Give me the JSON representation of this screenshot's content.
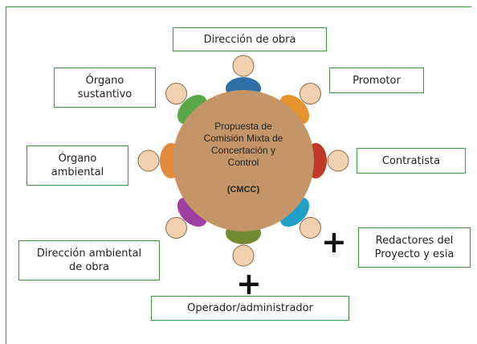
{
  "center": {
    "text": "Propuesta de\nComisión Mixta de\nConcertación y\nControl",
    "code": "(CMCC)"
  },
  "labels": {
    "direccion_obra": "Dirección de obra",
    "promotor": "Promotor",
    "organo_sustantivo": "Órgano\nsustantivo",
    "organo_ambiental": "Órgano\nambiental",
    "contratista": "Contratista",
    "redactores": "Redactores del\nProyecto y esia",
    "direccion_ambiental": "Dirección ambiental\nde obra",
    "operador": "Operador/administrador"
  },
  "plus_sign": "+",
  "colors": {
    "border": "#3a9a3a",
    "table": "#c49566",
    "seat_colors": [
      "#2e6fa8",
      "#e6922e",
      "#c0392b",
      "#21a0c7",
      "#6f8a2f",
      "#9f3fa4",
      "#e08a3a",
      "#58a84a"
    ]
  }
}
